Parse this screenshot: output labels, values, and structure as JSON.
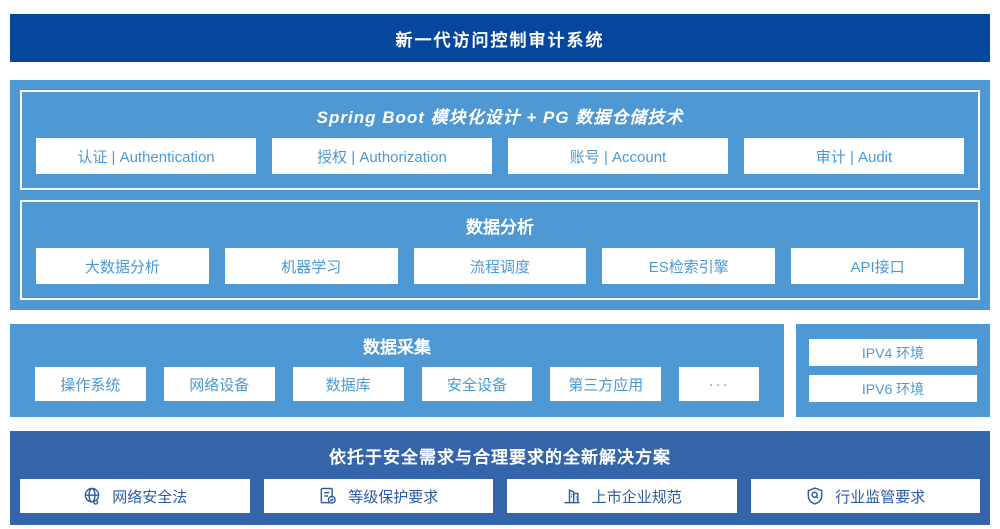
{
  "header": {
    "title": "新一代访问控制审计系统"
  },
  "platform": {
    "modules_section": {
      "title": "Spring Boot 模块化设计 + PG 数据仓储技术",
      "items": [
        "认证 | Authentication",
        "授权 | Authorization",
        "账号 | Account",
        "审计 | Audit"
      ]
    },
    "analysis_section": {
      "title": "数据分析",
      "items": [
        "大数据分析",
        "机器学习",
        "流程调度",
        "ES检索引擎",
        "API接口"
      ]
    }
  },
  "collection": {
    "title": "数据采集",
    "items": [
      "操作系统",
      "网络设备",
      "数据库",
      "安全设备",
      "第三方应用",
      "···"
    ]
  },
  "network_env": {
    "items": [
      "IPV4 环境",
      "IPV6 环境"
    ]
  },
  "solution": {
    "title": "依托于安全需求与合理要求的全新解决方案",
    "items": [
      {
        "icon": "globe-icon",
        "label": "网络安全法"
      },
      {
        "icon": "document-check-icon",
        "label": "等级保护要求"
      },
      {
        "icon": "building-icon",
        "label": "上市企业规范"
      },
      {
        "icon": "shield-search-icon",
        "label": "行业监管要求"
      }
    ]
  },
  "colors": {
    "top_banner": "#05479c",
    "light_panel": "#4e99d3",
    "bottom_panel": "#3465ab",
    "light_box_text": "#4a9ad5",
    "dark_box_text": "#2b5ba7",
    "white": "#ffffff"
  }
}
